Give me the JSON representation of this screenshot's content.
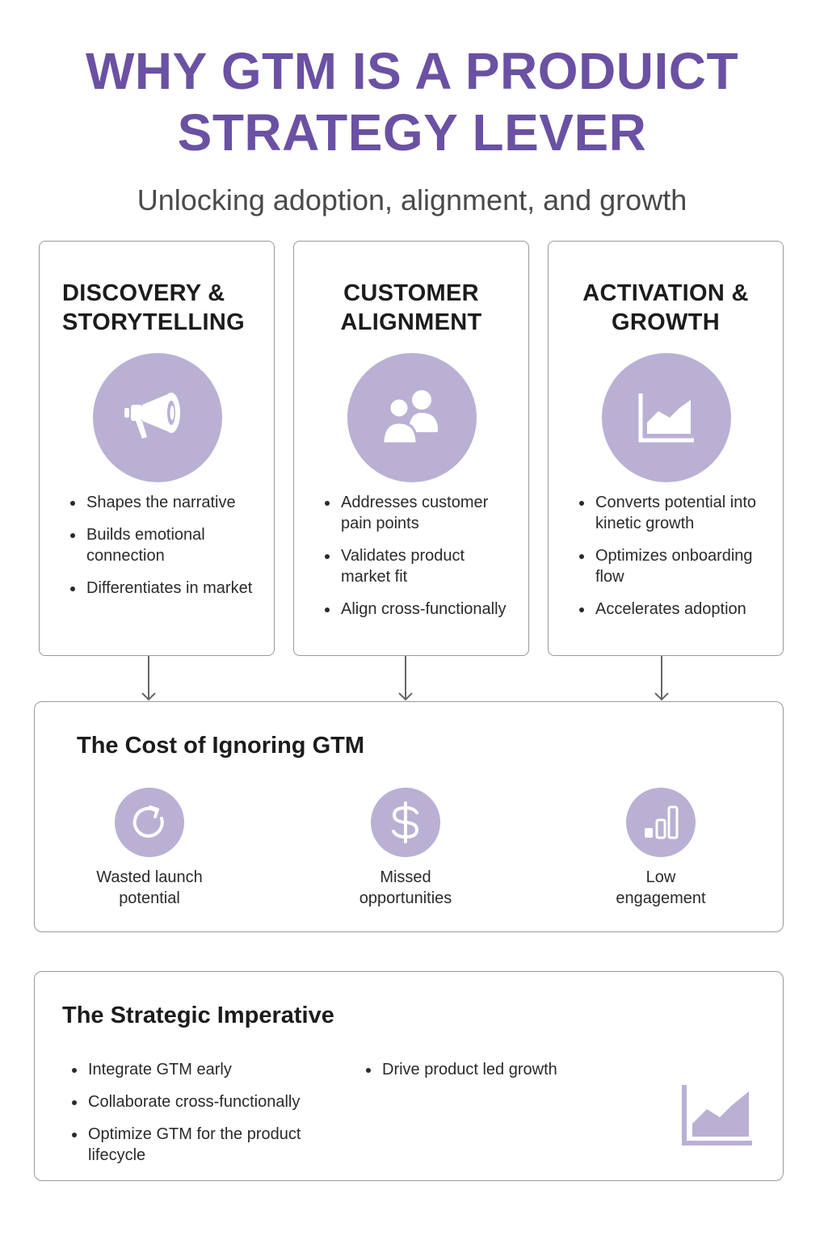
{
  "header": {
    "title_line1": "WHY GTM IS A PRODUICT",
    "title_line2": "STRATEGY LEVER",
    "subtitle": "Unlocking adoption, alignment, and growth"
  },
  "colors": {
    "title": "#6a51a3",
    "icon_fill": "#bab0d4",
    "border": "#9a9a9a"
  },
  "cards": [
    {
      "title_line1": "DISCOVERY &",
      "title_line2": "STORYTELLING",
      "icon": "megaphone-icon",
      "bullets": [
        "Shapes the narrative",
        "Builds emotional connection",
        "Differentiates in market"
      ]
    },
    {
      "title_line1": "CUSTOMER",
      "title_line2": "ALIGNMENT",
      "icon": "users-icon",
      "bullets": [
        "Addresses customer pain points",
        "Validates product market fit",
        "Align cross-functionally"
      ]
    },
    {
      "title_line1": "ACTIVATION &",
      "title_line2": "GROWTH",
      "icon": "area-chart-icon",
      "bullets": [
        "Converts potential into kinetic growth",
        "Optimizes onboarding flow",
        "Accelerates adoption"
      ]
    }
  ],
  "cost": {
    "title": "The Cost of Ignoring GTM",
    "items": [
      {
        "line1": "Wasted launch",
        "line2": "potential",
        "icon": "refresh-icon"
      },
      {
        "line1": "Missed",
        "line2": "opportunities",
        "icon": "dollar-icon"
      },
      {
        "line1": "Low",
        "line2": "engagement",
        "icon": "signal-bars-icon"
      }
    ]
  },
  "imperative": {
    "title": "The Strategic Imperative",
    "left_bullets": [
      "Integrate GTM early",
      "Collaborate cross-functionally",
      "Optimize GTM for the product lifecycle"
    ],
    "right_bullets": [
      "Drive product led growth"
    ],
    "icon": "area-chart-icon"
  }
}
